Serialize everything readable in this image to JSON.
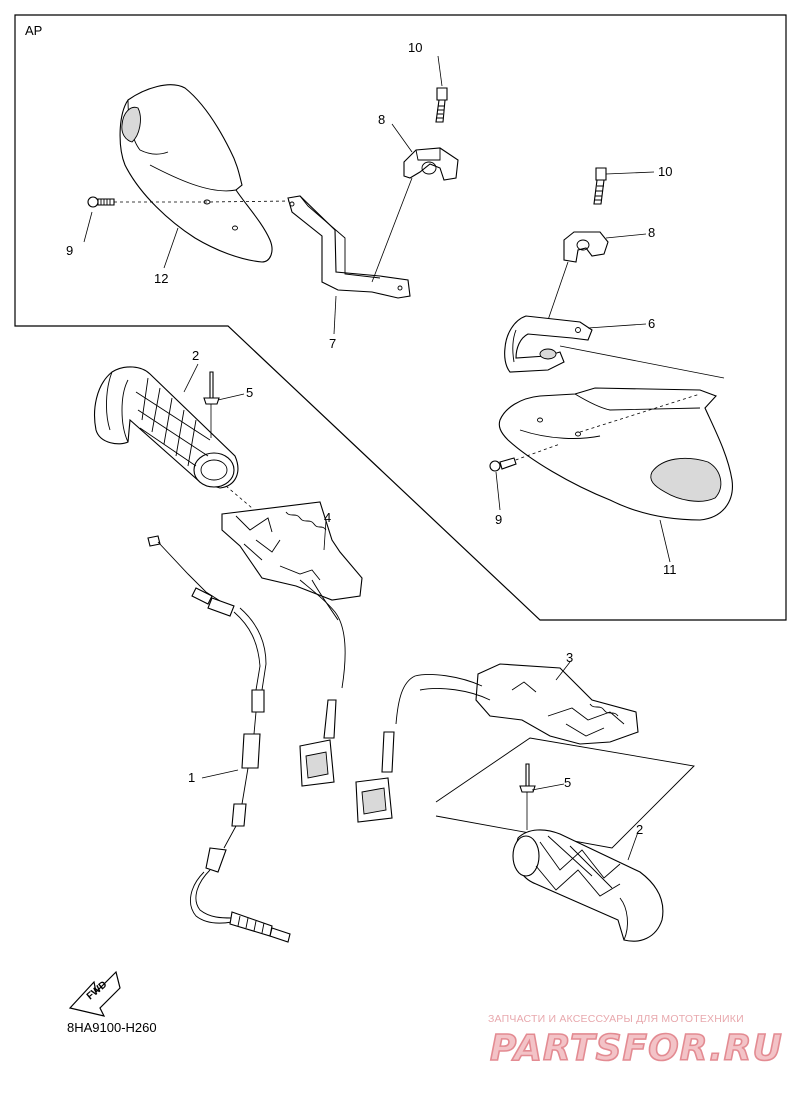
{
  "diagram": {
    "kit_label": "AP",
    "drawing_code": "8HA9100-H260",
    "fwd_label": "FWD",
    "callouts": [
      "1",
      "2",
      "2",
      "3",
      "4",
      "5",
      "5",
      "6",
      "7",
      "8",
      "8",
      "9",
      "9",
      "10",
      "10",
      "11",
      "12"
    ]
  },
  "watermark": {
    "caption": "ЗАПЧАСТИ И АКСЕССУАРЫ ДЛЯ МОТОТЕХНИКИ",
    "logo_text": "PARTSFOR.RU"
  }
}
